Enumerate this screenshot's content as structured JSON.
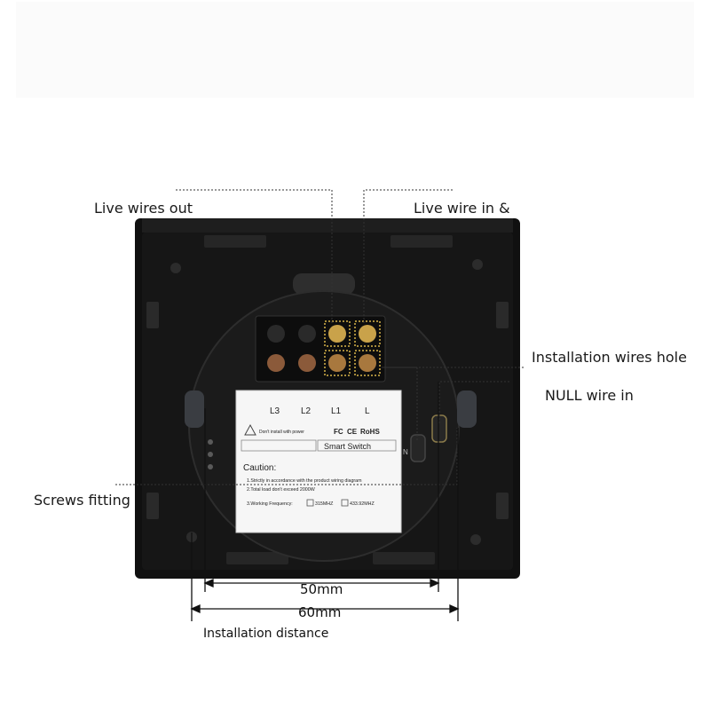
{
  "callouts": {
    "live_wires_out": "Live wires out",
    "live_wire_in": "Live wire in &",
    "installation_wires_hole": "Installation wires hole",
    "null_wire_in": "NULL wire in",
    "screws_fitting": "Screws fitting"
  },
  "terminals": {
    "l3": "L3",
    "l2": "L2",
    "l1": "L1",
    "l": "L",
    "n": "N"
  },
  "sticker": {
    "warning": "Don't install with power",
    "cert_fc": "FC",
    "cert_ce": "CE",
    "cert_rohs": "RoHS",
    "product_name": "Smart Switch",
    "caution_title": "Caution:",
    "caution_1": "1.Strictly in accordance with the product wiring diagram",
    "caution_2": "2.Total load don't exceed 2000W",
    "caution_3": "3.Working Frequency:",
    "freq_1": "315MHZ",
    "freq_2": "433.92MHZ"
  },
  "dimensions": {
    "inner": "50mm",
    "outer": "60mm",
    "caption": "Installation distance"
  },
  "colors": {
    "panel": "#141414",
    "panel_edge": "#2b2b2b",
    "terminal_brass": "#c9a24a",
    "leader_line": "#333333",
    "background": "#ffffff"
  }
}
